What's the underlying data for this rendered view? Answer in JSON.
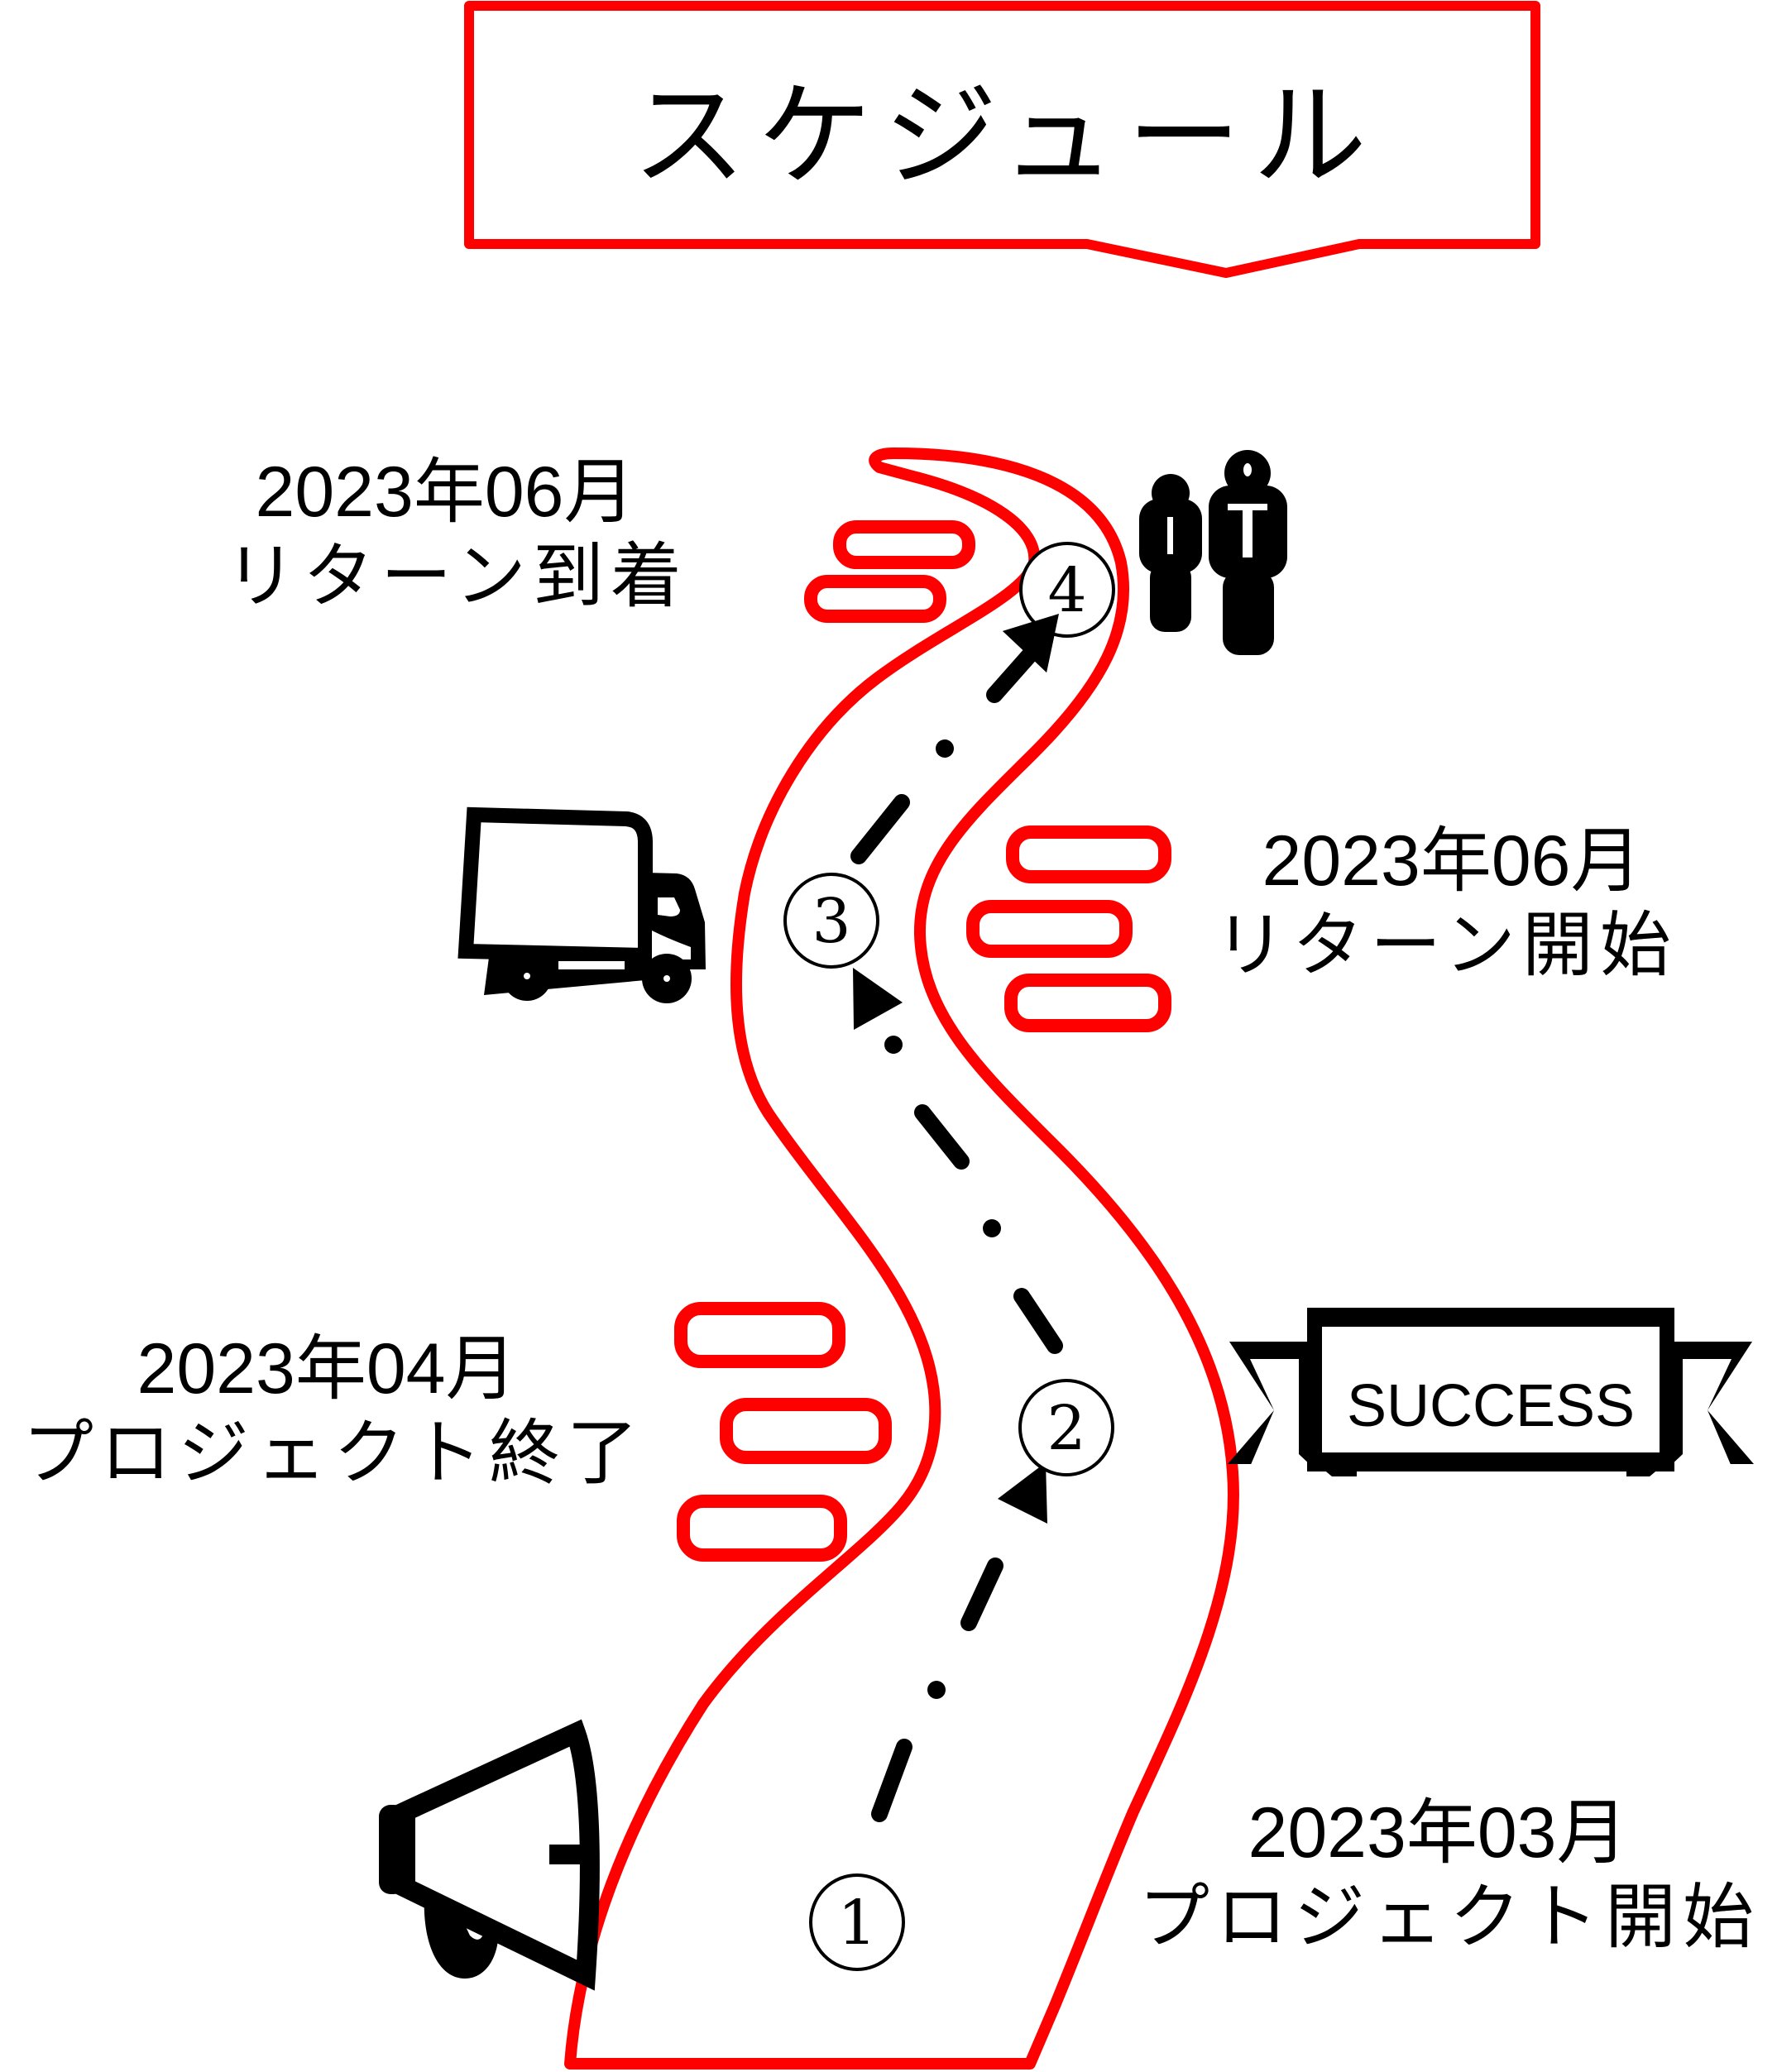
{
  "title": "スケジュール",
  "colors": {
    "accent": "#ff0000",
    "ink": "#000000",
    "background": "#ffffff"
  },
  "milestones": [
    {
      "number": "1",
      "date": "2023年03月",
      "event": "プロジェクト開始",
      "icon": "megaphone-icon"
    },
    {
      "number": "2",
      "date": "2023年04月",
      "event": "プロジェクト終了",
      "icon": "success-banner-icon"
    },
    {
      "number": "3",
      "date": "2023年06月",
      "event": "リターン開始",
      "icon": "delivery-truck-icon"
    },
    {
      "number": "4",
      "date": "2023年06月",
      "event": "リターン到着",
      "icon": "people-icon"
    }
  ],
  "banner": {
    "text": "SUCCESS"
  }
}
